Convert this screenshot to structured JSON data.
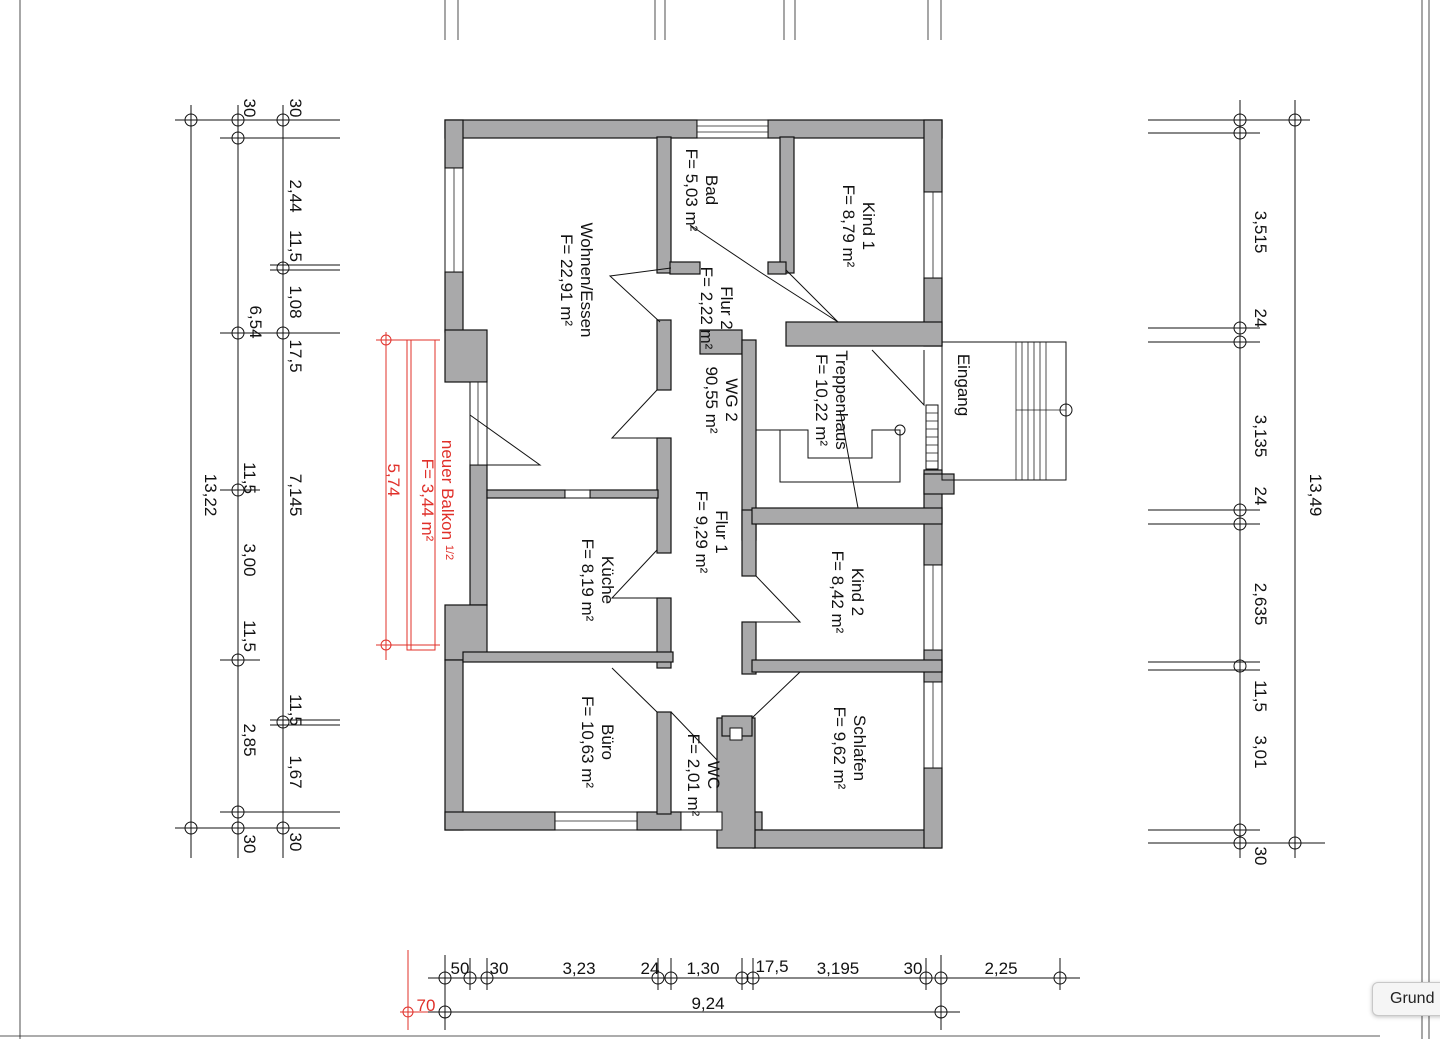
{
  "rooms": {
    "wohnen": {
      "name": "Wohnen/Essen",
      "area": "F= 22,91 m²"
    },
    "bad": {
      "name": "Bad",
      "area": "F= 5,03 m²"
    },
    "kind1": {
      "name": "Kind 1",
      "area": "F= 8,79 m²"
    },
    "flur2": {
      "name": "Flur 2",
      "area": "F= 2,22 m²"
    },
    "wg2": {
      "name": "WG 2",
      "area": "90,55 m²"
    },
    "treppenhaus": {
      "name": "Treppenhaus",
      "area": "F= 10,22 m²"
    },
    "eingang": {
      "name": "Eingang"
    },
    "flur1": {
      "name": "Flur 1",
      "area": "F= 9,29 m²"
    },
    "kueche": {
      "name": "Küche",
      "area": "F= 8,19 m²"
    },
    "kind2": {
      "name": "Kind 2",
      "area": "F= 8,42 m²"
    },
    "buero": {
      "name": "Büro",
      "area": "F= 10,63 m²"
    },
    "wc": {
      "name": "WC",
      "area": "F= 2,01 m²"
    },
    "schlafen": {
      "name": "Schlafen",
      "area": "F= 9,62 m²"
    },
    "balkon": {
      "name": "neuer Balkon",
      "area": "F= 3,44 m²",
      "mark": "1/2"
    }
  },
  "dimensions": {
    "left_outer": "13,22",
    "left_mid_a": "6,54",
    "left_mid_b": "11,5",
    "left_mid_c": "3,00",
    "left_mid_d": "11,5",
    "left_mid_e": "2,85",
    "left_top_30": "30",
    "left_bottom_30": "30",
    "left_inner": [
      "30",
      "2,44",
      "11,5",
      "1,08",
      "17,5",
      "7,145",
      "11,5",
      "1,67",
      "30"
    ],
    "balkon_length": "5,74",
    "right_outer": "13,49",
    "right_inner": [
      "3,515",
      "24",
      "3,135",
      "24",
      "2,635",
      "11,5",
      "3,01",
      "30"
    ],
    "bottom_row1": [
      "50",
      "30",
      "3,23",
      "24",
      "1,30",
      "17,5",
      "3,195",
      "30",
      "2,25"
    ],
    "bottom_total": "9,24",
    "bottom_red": "70"
  },
  "colors": {
    "wall": "#a9a9aa",
    "red_annotation": "#e0302a",
    "line": "#111111"
  },
  "tab": {
    "label": "Grund"
  }
}
